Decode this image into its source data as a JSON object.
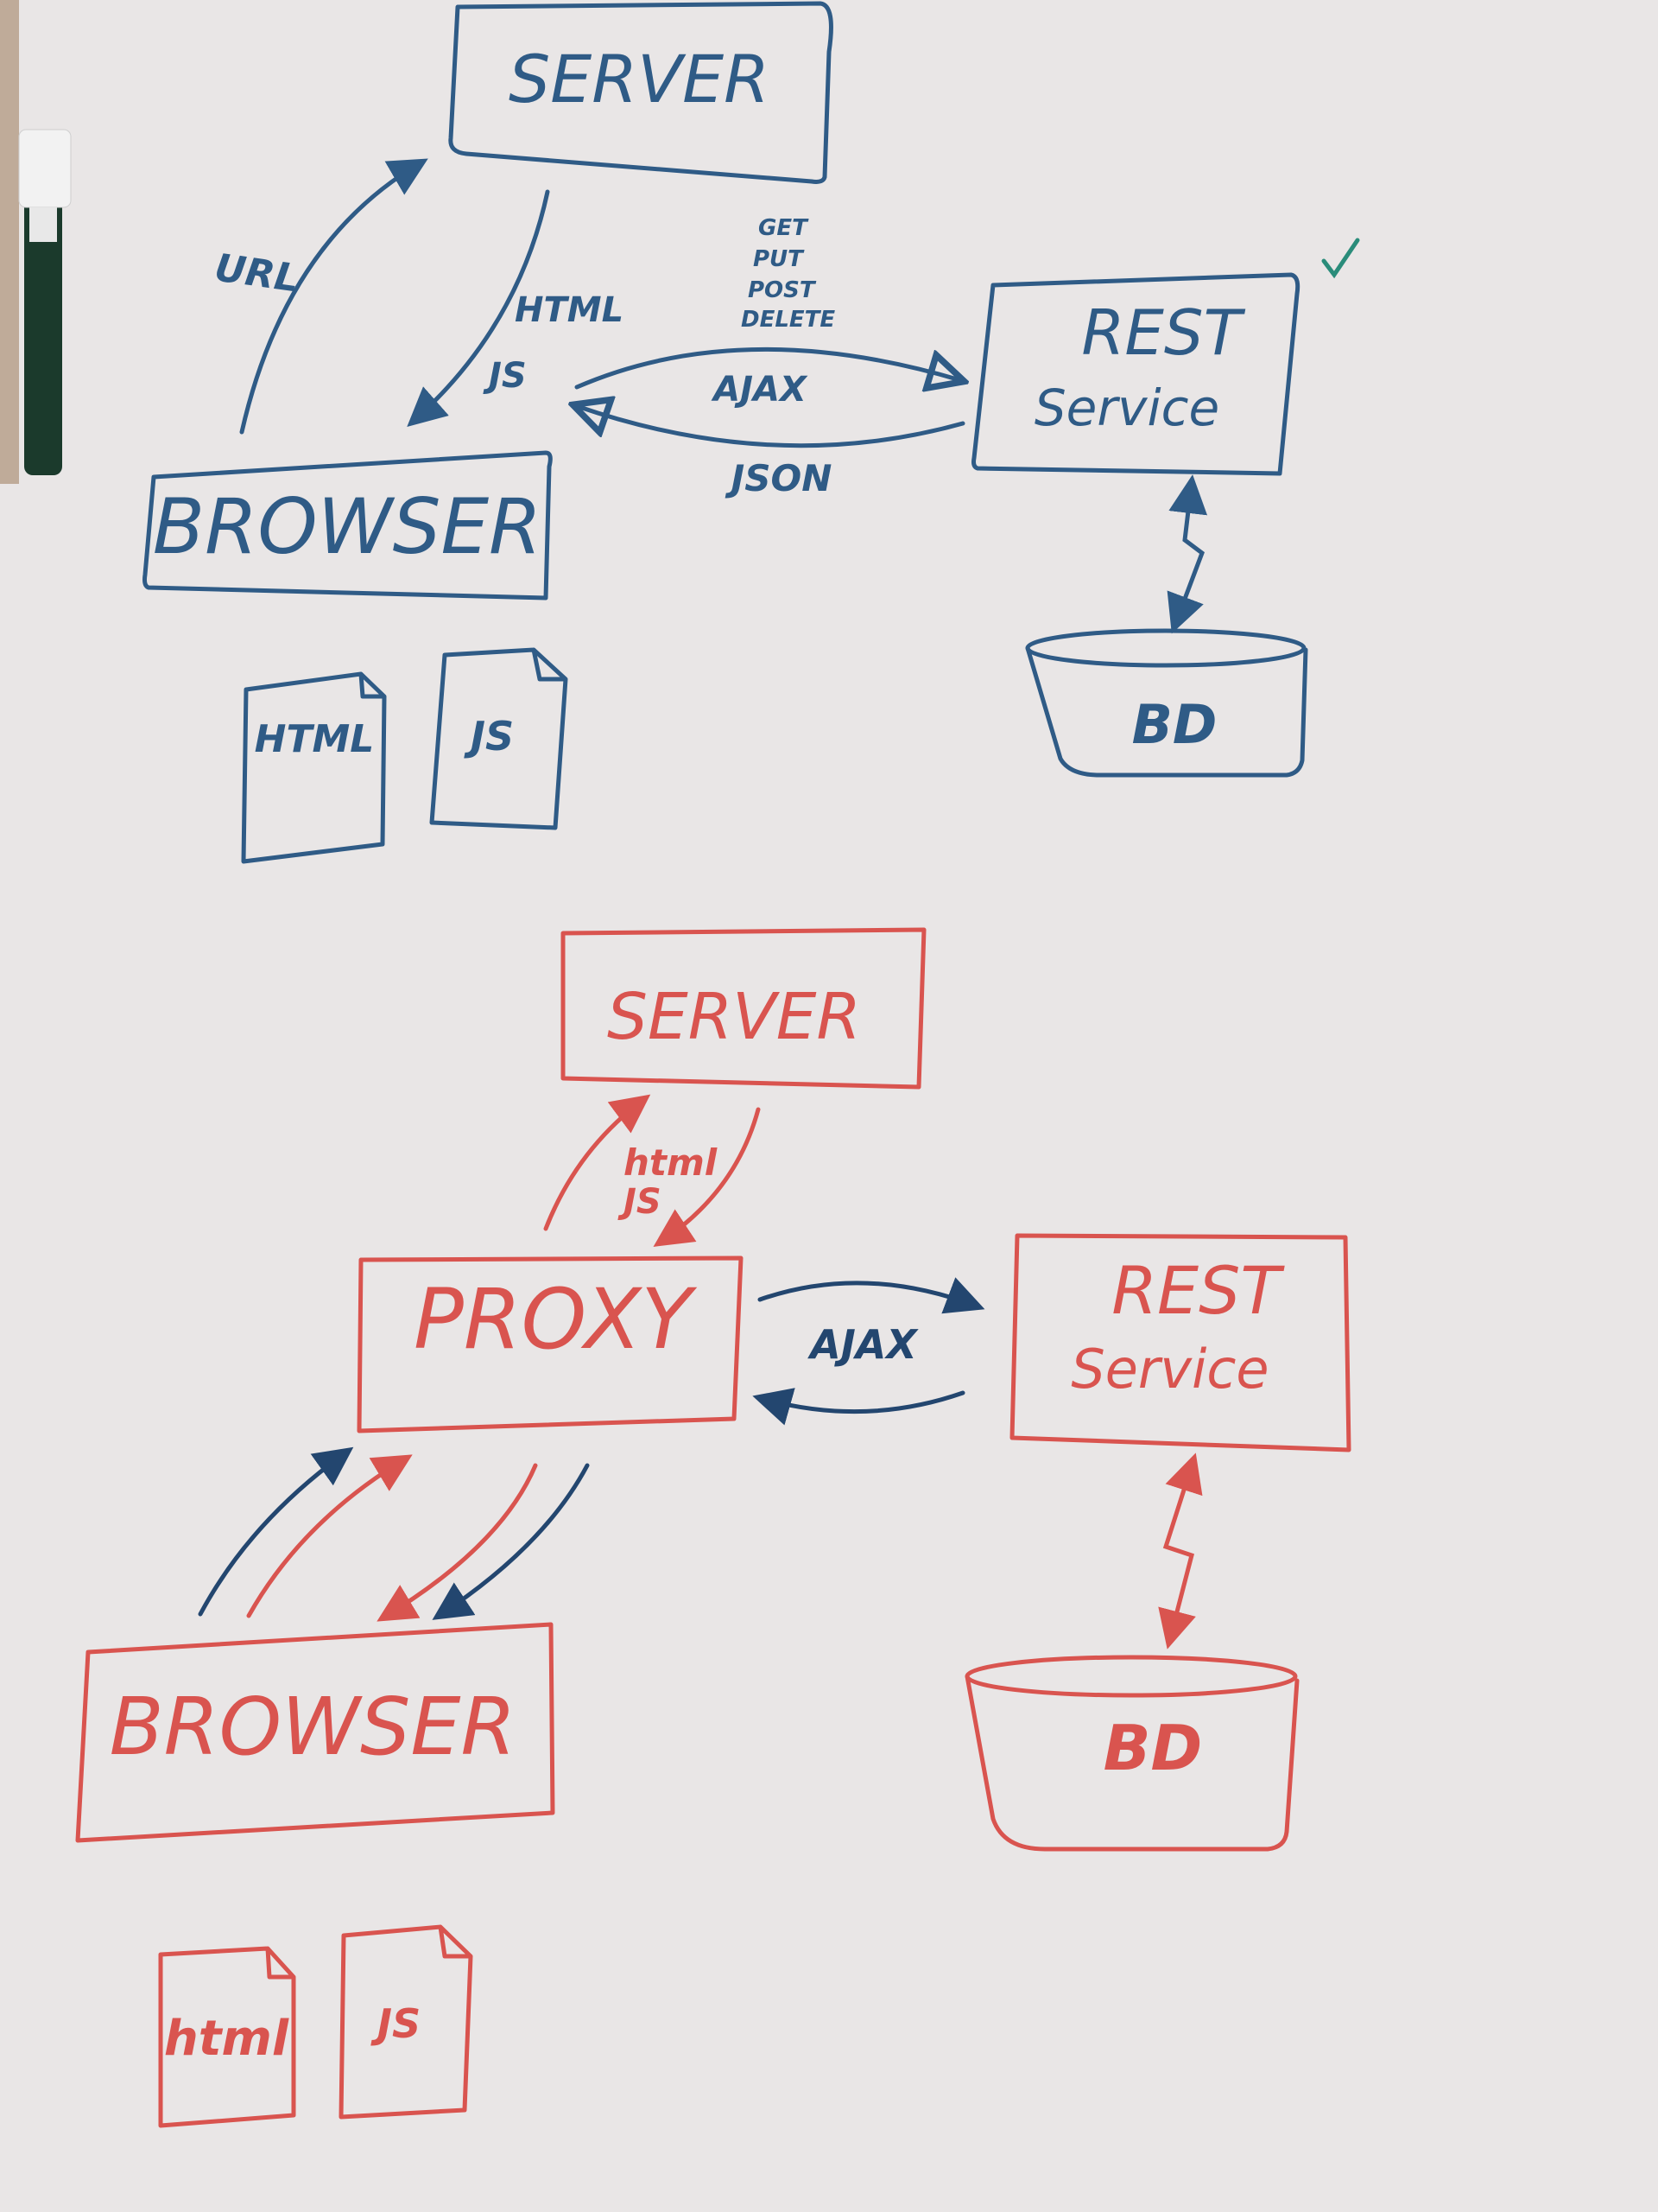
{
  "colors": {
    "background": "#e9e6e6",
    "blue_ink": "#2f5b86",
    "dark_blue_ink": "#23466f",
    "red_ink": "#d9544f",
    "green_check": "#2a8c7a",
    "marker_body": "#1b3a2c",
    "marker_cap": "#f2f2f2"
  },
  "top_diagram": {
    "server": "SERVER",
    "browser": "BROWSER",
    "rest_line1": "REST",
    "rest_line2": "Service",
    "db": "BD",
    "url_label": "URL",
    "html_label": "HTML",
    "js_label": "JS",
    "methods": [
      "GET",
      "PUT",
      "POST",
      "DELETE"
    ],
    "ajax_label": "AJAX",
    "json_label": "JSON",
    "file_html": "HTML",
    "file_js": "JS",
    "check_icon": "checkmark-icon"
  },
  "bottom_diagram": {
    "server": "SERVER",
    "proxy": "PROXY",
    "browser": "BROWSER",
    "rest_line1": "REST",
    "rest_line2": "Service",
    "db": "BD",
    "html_label": "html",
    "js_label": "JS",
    "ajax_label": "AJAX",
    "file_html": "html",
    "file_js": "JS"
  }
}
